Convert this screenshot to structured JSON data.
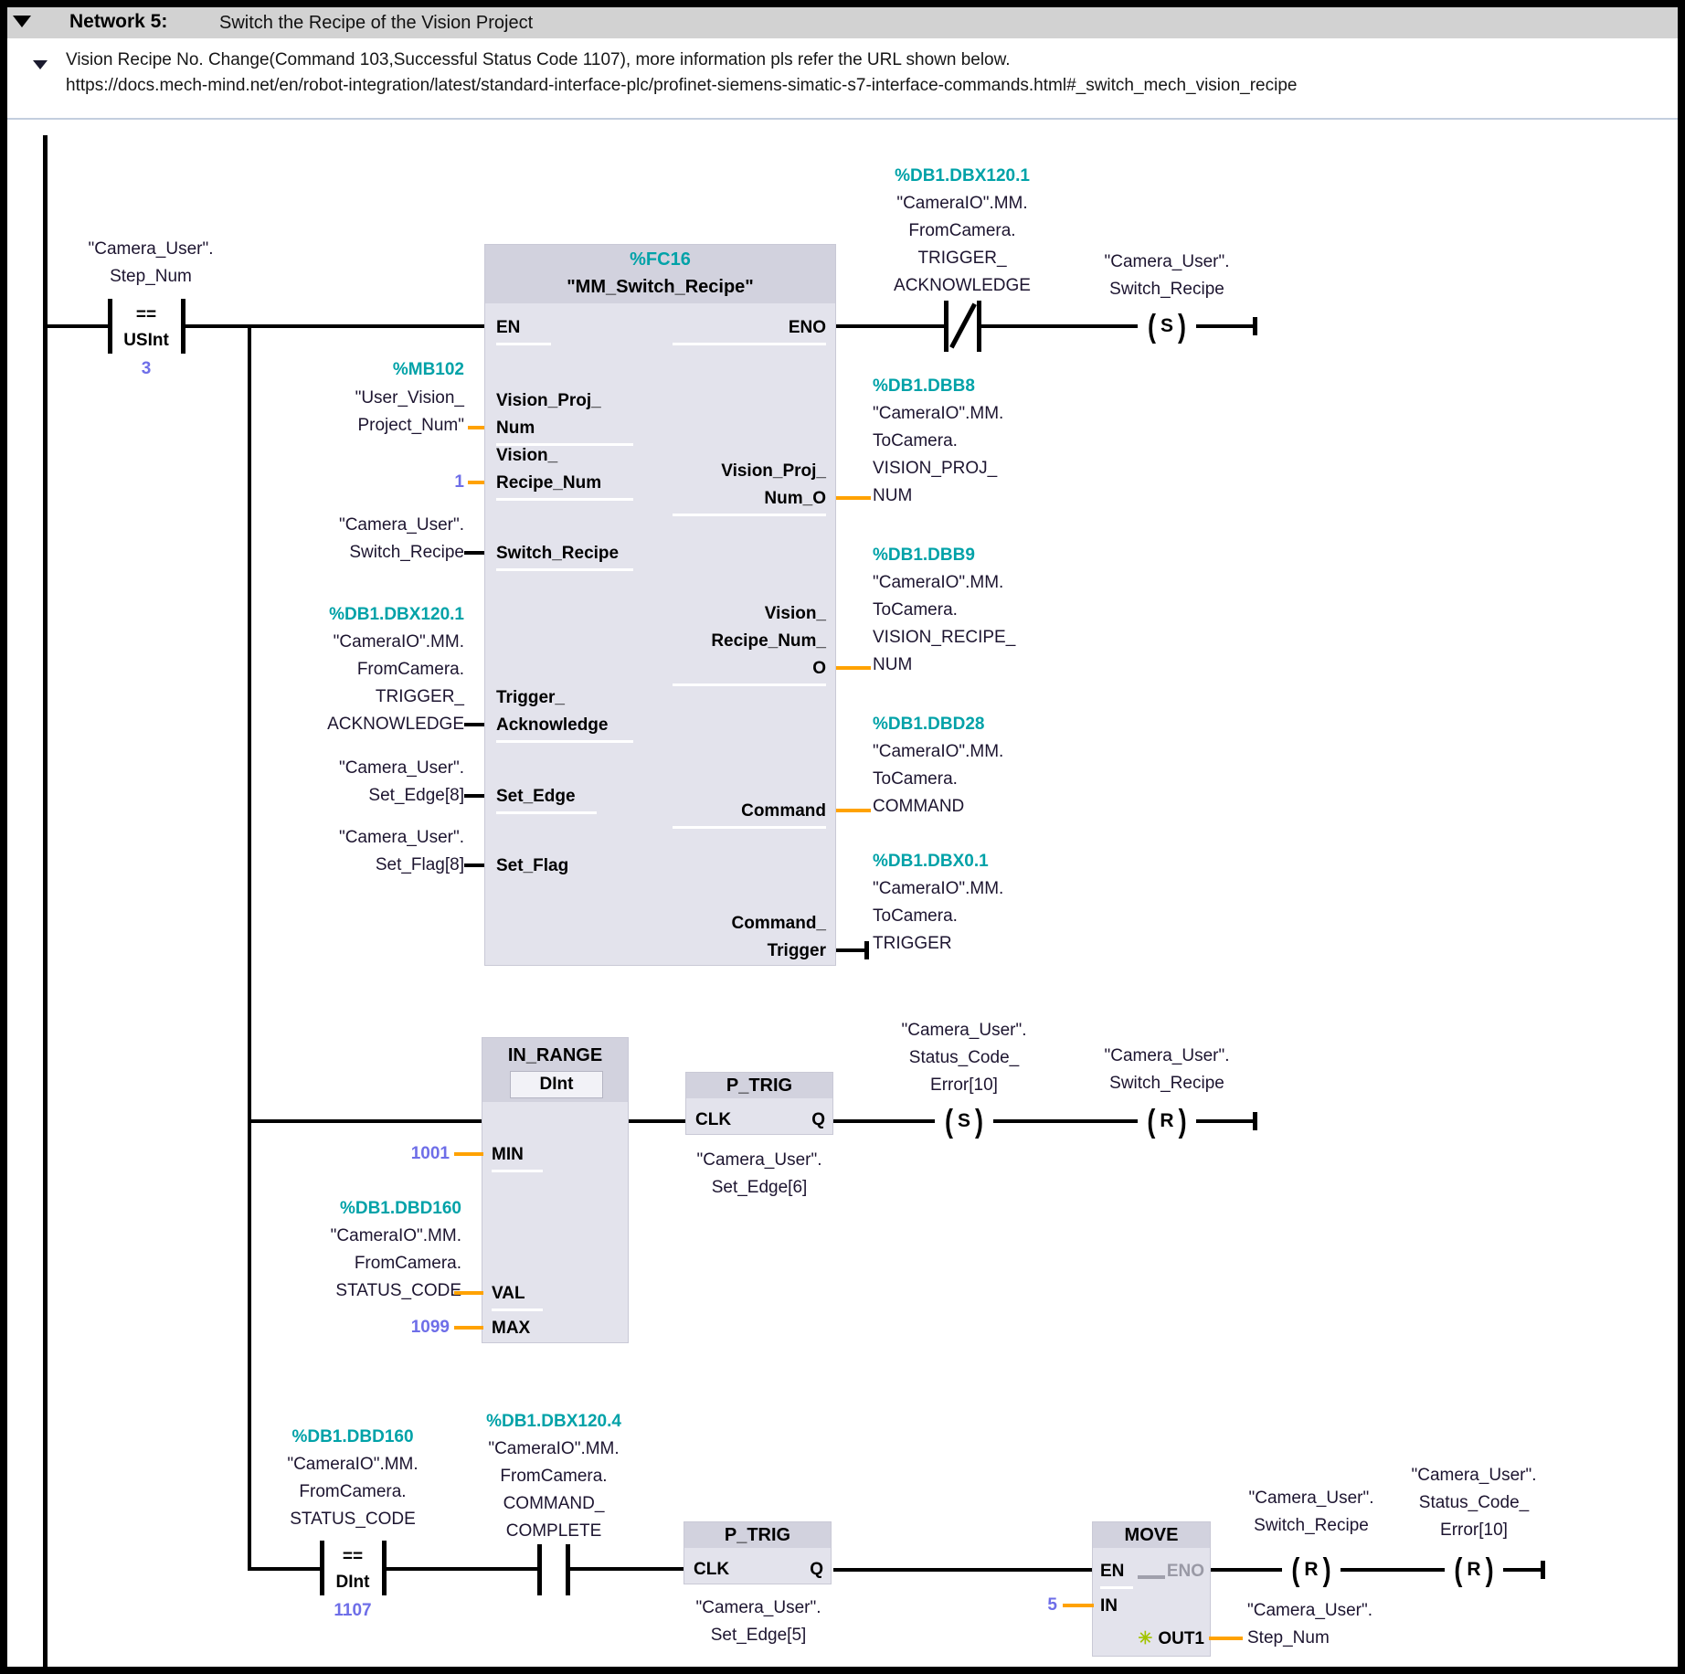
{
  "network": {
    "title": "Network 5:",
    "subtitle": "Switch the Recipe of the Vision Project"
  },
  "comment": {
    "text": "Vision Recipe No. Change(Command 103,Successful Status Code 1107), more information pls refer the URL shown below.\nhttps://docs.mech-mind.net/en/robot-integration/latest/standard-interface-plc/profinet-siemens-simatic-s7-interface-commands.html#_switch_mech_vision_recipe"
  },
  "rung1": {
    "step_contact": {
      "operand": "\"Camera_User\".\nStep_Num",
      "cmp": "==\nUSInt",
      "value": "3"
    },
    "fc_block": {
      "address": "%FC16",
      "name": "\"MM_Switch_Recipe\"",
      "pins_left": [
        "EN",
        "Vision_Proj_\nNum",
        "Vision_\nRecipe_Num",
        "Switch_Recipe",
        "Trigger_\nAcknowledge",
        "Set_Edge",
        "Set_Flag"
      ],
      "pins_right": [
        "ENO",
        "Vision_Proj_\nNum_O",
        "Vision_\nRecipe_Num_\nO",
        "Command",
        "Command_\nTrigger"
      ]
    },
    "in_proj": {
      "address": "%MB102",
      "symbol": "\"User_Vision_\nProject_Num\""
    },
    "in_recipe_const": "1",
    "in_switch": {
      "symbol": "\"Camera_User\".\nSwitch_Recipe"
    },
    "in_trig_ack": {
      "address": "%DB1.DBX120.1",
      "symbol": "\"CameraIO\".MM.\nFromCamera.\nTRIGGER_\nACKNOWLEDGE"
    },
    "in_set_edge": {
      "symbol": "\"Camera_User\".\nSet_Edge[8]"
    },
    "in_set_flag": {
      "symbol": "\"Camera_User\".\nSet_Flag[8]"
    },
    "nc_contact": {
      "address": "%DB1.DBX120.1",
      "symbol": "\"CameraIO\".MM.\nFromCamera.\nTRIGGER_\nACKNOWLEDGE"
    },
    "coil_set": {
      "symbol": "\"Camera_User\".\nSwitch_Recipe",
      "letter": "S"
    },
    "out_proj": {
      "address": "%DB1.DBB8",
      "symbol": "\"CameraIO\".MM.\nToCamera.\nVISION_PROJ_\nNUM"
    },
    "out_recipe": {
      "address": "%DB1.DBB9",
      "symbol": "\"CameraIO\".MM.\nToCamera.\nVISION_RECIPE_\nNUM"
    },
    "out_command": {
      "address": "%DB1.DBD28",
      "symbol": "\"CameraIO\".MM.\nToCamera.\nCOMMAND"
    },
    "out_trigger": {
      "address": "%DB1.DBX0.1",
      "symbol": "\"CameraIO\".MM.\nToCamera.\nTRIGGER"
    }
  },
  "rung2": {
    "in_range": {
      "name": "IN_RANGE",
      "type": "DInt",
      "pin_min": "MIN",
      "pin_val": "VAL",
      "pin_max": "MAX"
    },
    "min_value": "1001",
    "max_value": "1099",
    "status_in": {
      "address": "%DB1.DBD160",
      "symbol": "\"CameraIO\".MM.\nFromCamera.\nSTATUS_CODE"
    },
    "p_trig": {
      "name": "P_TRIG",
      "clk": "CLK",
      "q": "Q",
      "operand": "\"Camera_User\".\nSet_Edge[6]"
    },
    "coil_set": {
      "symbol": "\"Camera_User\".\nStatus_Code_\nError[10]",
      "letter": "S"
    },
    "coil_reset": {
      "symbol": "\"Camera_User\".\nSwitch_Recipe",
      "letter": "R"
    }
  },
  "rung3": {
    "cmp_contact": {
      "address": "%DB1.DBD160",
      "symbol": "\"CameraIO\".MM.\nFromCamera.\nSTATUS_CODE",
      "cmp": "==\nDInt",
      "value": "1107"
    },
    "no_contact": {
      "address": "%DB1.DBX120.4",
      "symbol": "\"CameraIO\".MM.\nFromCamera.\nCOMMAND_\nCOMPLETE"
    },
    "p_trig": {
      "name": "P_TRIG",
      "clk": "CLK",
      "q": "Q",
      "operand": "\"Camera_User\".\nSet_Edge[5]"
    },
    "move": {
      "name": "MOVE",
      "en": "EN",
      "eno": "ENO",
      "in": "IN",
      "out1": "OUT1",
      "star": "✳",
      "in_value": "5",
      "out_operand": "\"Camera_User\".\nStep_Num"
    },
    "coil_reset_switch": {
      "symbol": "\"Camera_User\".\nSwitch_Recipe",
      "letter": "R"
    },
    "coil_reset_error": {
      "symbol": "\"Camera_User\".\nStatus_Code_\nError[10]",
      "letter": "R"
    }
  }
}
